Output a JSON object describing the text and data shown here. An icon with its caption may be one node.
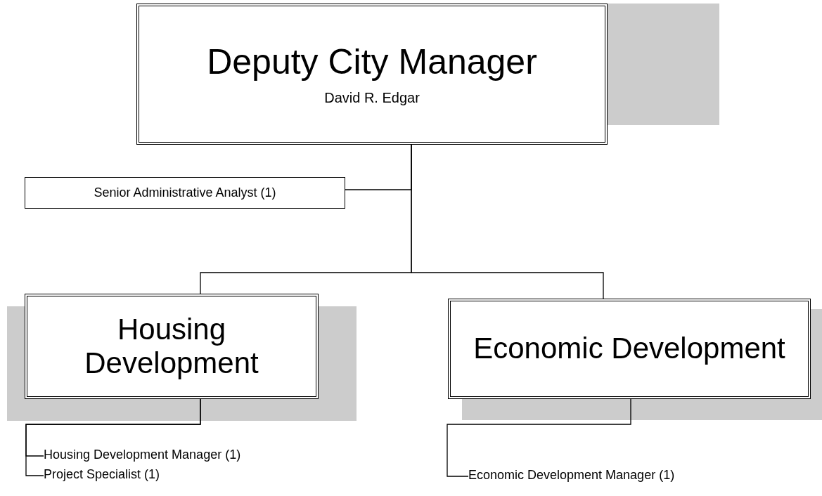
{
  "diagram": {
    "nodes": [
      {
        "text": [
          "Deputy City Manager",
          "David R. Edgar"
        ]
      },
      {
        "text": [
          "Senior Administrative Analyst (1)"
        ]
      },
      {
        "text": [
          "Housing Development"
        ]
      },
      {
        "text": [
          "Economic Development"
        ]
      },
      {
        "text": [
          "Housing Development Manager  (1)"
        ]
      },
      {
        "text": [
          "Project Specialist (1)"
        ]
      },
      {
        "text": [
          "Economic Development Manager (1)"
        ]
      }
    ],
    "edges": [
      {
        "from": 0,
        "to": 1,
        "arrow": "none"
      },
      {
        "from": 0,
        "to": 2,
        "arrow": "none"
      },
      {
        "from": 0,
        "to": 3,
        "arrow": "none"
      },
      {
        "from": 2,
        "to": 4,
        "arrow": "none"
      },
      {
        "from": 2,
        "to": 5,
        "arrow": "none"
      },
      {
        "from": 3,
        "to": 6,
        "arrow": "none"
      }
    ]
  }
}
